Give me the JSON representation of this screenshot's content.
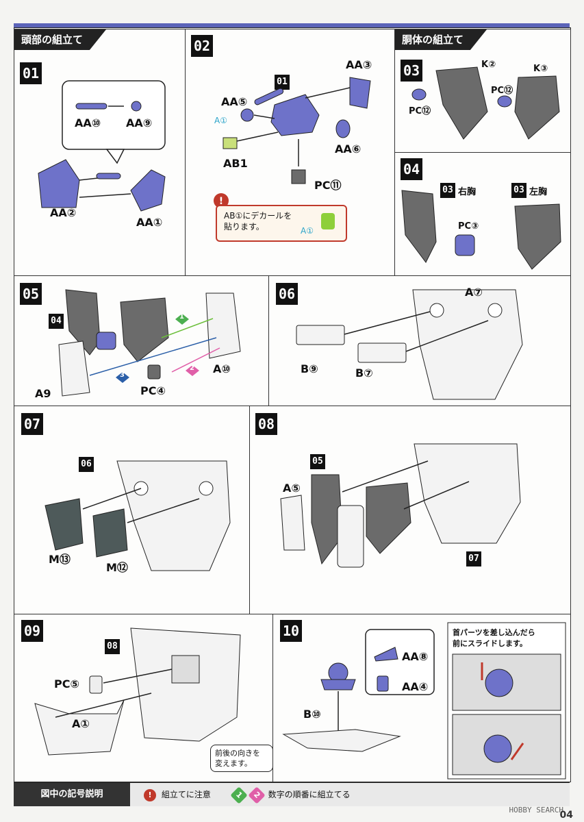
{
  "sections": {
    "head": "頭部の組立て",
    "body": "胴体の組立て"
  },
  "steps": {
    "s01": {
      "no": "01",
      "labels": [
        "AA⑩",
        "AA⑨",
        "AA②",
        "AA①"
      ]
    },
    "s02": {
      "no": "02",
      "sub": "01",
      "labels": [
        "AA③",
        "AA⑤",
        "A①",
        "AB1",
        "AA⑥",
        "PC⑪"
      ],
      "note_line1": "AB①にデカールを",
      "note_line2": "貼ります。",
      "note_tag": "A①"
    },
    "s03": {
      "no": "03",
      "labels": [
        "K②",
        "K③",
        "PC⑫",
        "PC⑫"
      ]
    },
    "s04": {
      "no": "04",
      "sub": "03",
      "right_chest": "右胸",
      "left_chest": "左胸",
      "labels": [
        "PC③"
      ]
    },
    "s05": {
      "no": "05",
      "sub": "04",
      "labels": [
        "A9",
        "PC④",
        "A⑩"
      ],
      "markers": [
        "1",
        "2",
        "3"
      ]
    },
    "s06": {
      "no": "06",
      "labels": [
        "A⑦",
        "B⑨",
        "B⑦"
      ]
    },
    "s07": {
      "no": "07",
      "sub": "06",
      "labels": [
        "M⑬",
        "M⑫"
      ]
    },
    "s08": {
      "no": "08",
      "sub_top": "05",
      "sub_bottom": "07",
      "labels": [
        "A⑤"
      ]
    },
    "s09": {
      "no": "09",
      "sub": "08",
      "labels": [
        "PC⑤",
        "A①"
      ],
      "callout_line1": "前後の向きを",
      "callout_line2": "変えます。"
    },
    "s10": {
      "no": "10",
      "labels": [
        "AA⑧",
        "AA④",
        "B⑩"
      ],
      "tip_line1": "首パーツを差し込んだら",
      "tip_line2": "前にスライドします。"
    }
  },
  "legend": {
    "title": "図中の記号説明",
    "caution": "組立てに注意",
    "order": "数字の順番に組立てる",
    "badge1": "1",
    "badge2": "2",
    "badge_excl": "!"
  },
  "footer": {
    "brand": "HOBBY SEARCH",
    "page": "04"
  },
  "colors": {
    "accent": "#5b63b8",
    "part_blue": "#6e72c9",
    "part_grey": "#6b6b6b",
    "caution_red": "#c0392b",
    "green": "#4caf50",
    "pink": "#e05fa8",
    "navy": "#2b5fa8"
  }
}
